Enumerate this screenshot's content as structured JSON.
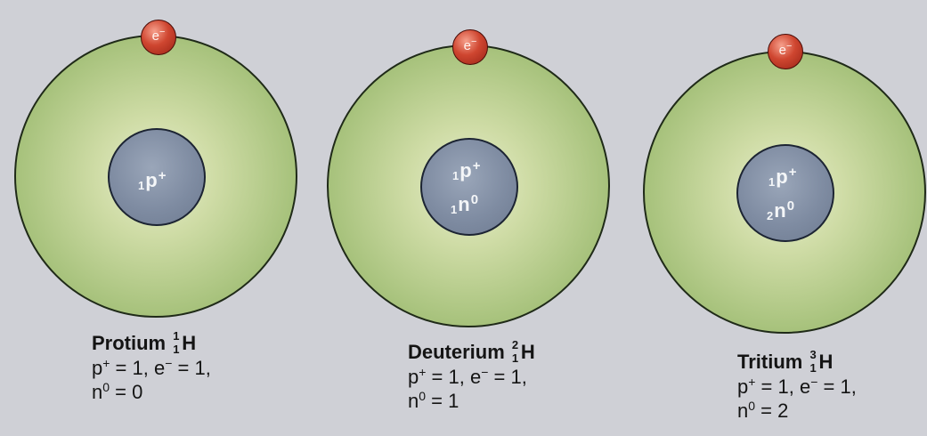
{
  "atoms": [
    {
      "name": "Protium",
      "mass_number": "1",
      "atomic_number": "1",
      "symbol": "H",
      "electron_label": "e",
      "electron_charge": "−",
      "nucleus": {
        "protons": {
          "count": "1",
          "symbol": "p",
          "charge": "+"
        },
        "neutrons": null
      },
      "line1": {
        "p": "p",
        "p_charge": "+",
        "p_eq": " = 1, ",
        "e": "e",
        "e_charge": "−",
        "e_eq": " = 1,"
      },
      "line2": {
        "n": "n",
        "n_charge": "0",
        "n_eq": " = 0"
      }
    },
    {
      "name": "Deuterium",
      "mass_number": "2",
      "atomic_number": "1",
      "symbol": "H",
      "electron_label": "e",
      "electron_charge": "−",
      "nucleus": {
        "protons": {
          "count": "1",
          "symbol": "p",
          "charge": "+"
        },
        "neutrons": {
          "count": "1",
          "symbol": "n",
          "charge": "0"
        }
      },
      "line1": {
        "p": "p",
        "p_charge": "+",
        "p_eq": " = 1, ",
        "e": "e",
        "e_charge": "−",
        "e_eq": " = 1,"
      },
      "line2": {
        "n": "n",
        "n_charge": "0",
        "n_eq": " = 1"
      }
    },
    {
      "name": "Tritium",
      "mass_number": "3",
      "atomic_number": "1",
      "symbol": "H",
      "electron_label": "e",
      "electron_charge": "−",
      "nucleus": {
        "protons": {
          "count": "1",
          "symbol": "p",
          "charge": "+"
        },
        "neutrons": {
          "count": "2",
          "symbol": "n",
          "charge": "0"
        }
      },
      "line1": {
        "p": "p",
        "p_charge": "+",
        "p_eq": " = 1, ",
        "e": "e",
        "e_charge": "−",
        "e_eq": " = 1,"
      },
      "line2": {
        "n": "n",
        "n_charge": "0",
        "n_eq": " = 2"
      }
    }
  ],
  "colors": {
    "background": "#cfd0d6",
    "electron_shell": "#a7c27c",
    "nucleus": "#7f8ca2",
    "electron": "#cf4630",
    "text": "#141414"
  }
}
